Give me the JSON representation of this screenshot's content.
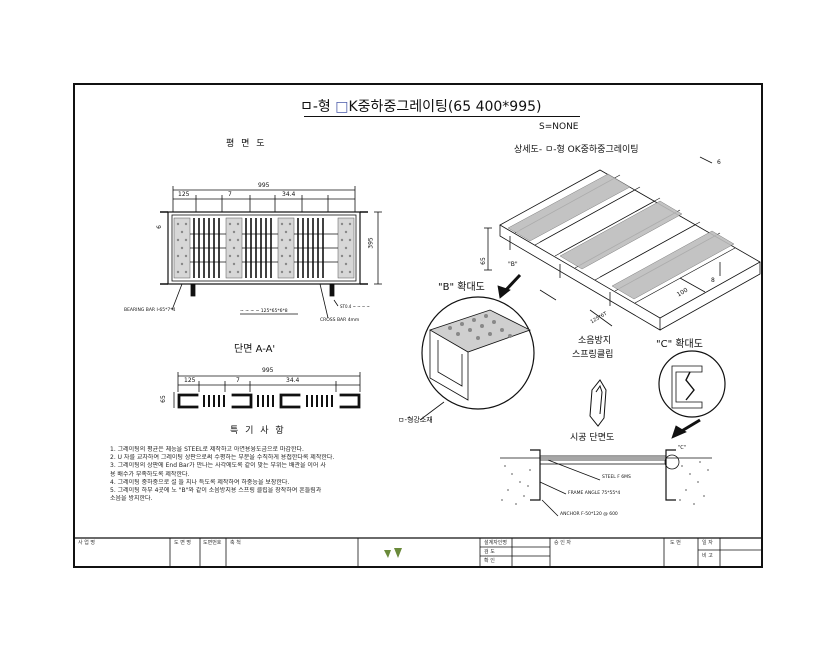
{
  "title": "ㅁ-형 ",
  "title_mark": "□",
  "title_rest": "K중하중그레이팅(65 400*995)",
  "scale": "S=NONE",
  "plan_label": "평  면  도",
  "plan_dims": {
    "overall": "995",
    "d125": "125",
    "d7": "7",
    "d344": "34.4",
    "h395": "395",
    "h6": "6"
  },
  "plan_callouts": {
    "bearing_bar": "BEARING BAR I-65*7*4",
    "mid_note": "~ ~ ~ ~  125*65*6*8",
    "cross_bar": "CROSS BAR ",
    "cross_bar_unit": "4mm",
    "top_right_note": "ST0.4 ~ ~ ~ ~"
  },
  "section_label": "단면 A-A'",
  "section_dims": {
    "overall": "995",
    "d125": "125",
    "d7": "7",
    "d344": "34.4",
    "h65": "65"
  },
  "iso_title": "상세도- ㅁ-형 OK중하중그레이팅",
  "iso_dims": {
    "d6": "6",
    "d65": "65",
    "d100": "100",
    "d8": "8",
    "d125x6": "125*6T",
    "b_label": "\"B\""
  },
  "detail_b_label": "\"B\" 확대도",
  "detail_b_callout": "ㅁ-형강소재",
  "spring_clip_label_1": "소음방지",
  "spring_clip_label_2": "스프링클립",
  "detail_c_label": "\"C\"  확대도",
  "install_label": "시공 단면도",
  "install_callouts": {
    "steel": "STEEL F 6MS",
    "frame": "FRAME ANGLE 75*55*4",
    "anchor": "ANCHOR F-50*120 @ 600",
    "c_label": "\"C\""
  },
  "notes_title": "특  기  사  항",
  "notes": [
    "1. 그레이팅의 평균은 체능을 STEEL로 제작하고 아연용융도금으로 마감한다.",
    "2. U 자를 교차하여 그레이팅 상판으로써 수평하는 부분을 수직하게 용접한다록 제작한다.",
    "3. 그레이팅의 상판에 End Bar가 만나는 사각에도록 같이 맞는 부위는 배관을 이어 사",
    "   용 배수가 부족하도록 제작한다.",
    "4. 그레이팅 중하중으로 설 들 지나 특도록 제작하여 하중능을 보장한다.",
    "5. 그레이팅 하부 4곳에 노 \"B\"와 같이 소음방지용 스프링 클립을 장착하여 흔들림과",
    "   소음을 방지한다."
  ],
  "title_block": {
    "c1": "사 업 명",
    "c2": "도 면 명",
    "c3": "도면번호",
    "c4": "축 척",
    "c5": "설계자인명",
    "c6": "검 도",
    "c7": "확 인",
    "c8": "승 인 자",
    "c9": "도 번",
    "c10": "일 자",
    "c11": "비 고"
  }
}
